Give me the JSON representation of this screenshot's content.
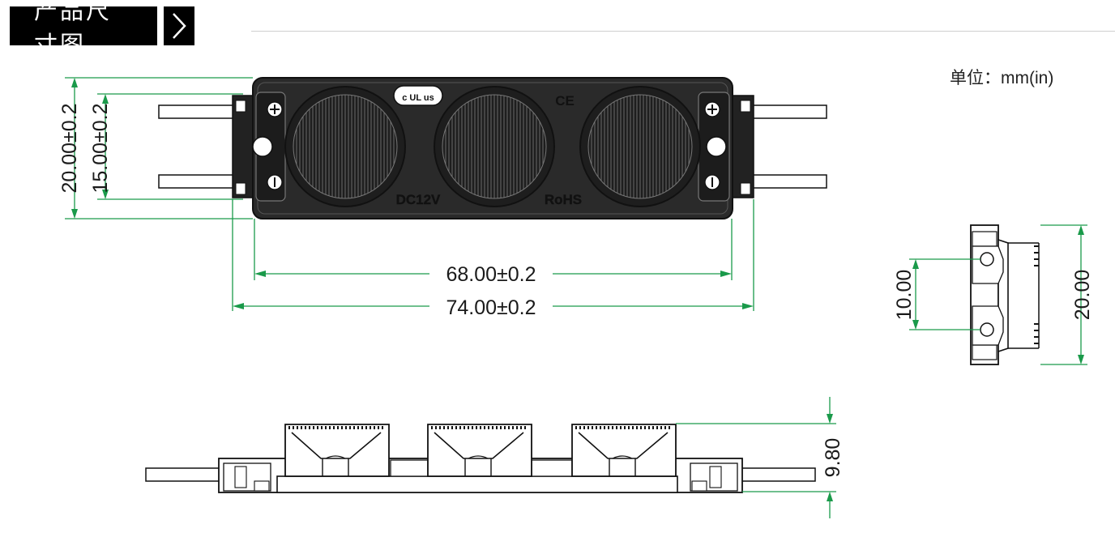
{
  "header": {
    "title": "产品尺寸图",
    "chevron_icon": "chevron-right-icon"
  },
  "unit_label": "单位：mm(in)",
  "top_view": {
    "marking_voltage": "DC12V",
    "marking_rohs": "RoHS",
    "marking_ce": "CE",
    "marking_ul": "c UL us",
    "dim_width_inner": "68.00±0.2",
    "dim_width_outer": "74.00±0.2",
    "dim_height_outer": "20.00±0.2",
    "dim_height_inner": "15.00±0.2"
  },
  "side_view": {
    "dim_hole_spacing": "10.00",
    "dim_height": "20.00"
  },
  "front_view": {
    "dim_thickness": "9.80"
  },
  "colors": {
    "dimension_line": "#1a9a4a",
    "outline": "#111111",
    "header_bg": "#000000"
  }
}
